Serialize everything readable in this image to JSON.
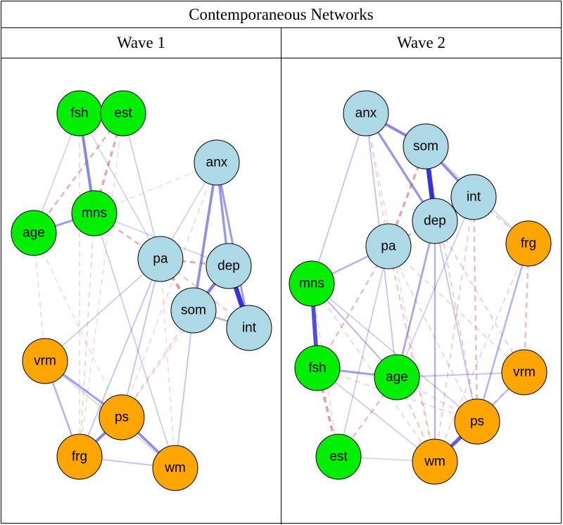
{
  "title": "Contemporaneous Networks",
  "waves": [
    {
      "label": "Wave 1",
      "nodes": [
        {
          "id": "fsh",
          "label": "fsh",
          "group": "green"
        },
        {
          "id": "est",
          "label": "est",
          "group": "green"
        },
        {
          "id": "age",
          "label": "age",
          "group": "green"
        },
        {
          "id": "mns",
          "label": "mns",
          "group": "green"
        },
        {
          "id": "anx",
          "label": "anx",
          "group": "blue"
        },
        {
          "id": "pa",
          "label": "pa",
          "group": "blue"
        },
        {
          "id": "dep",
          "label": "dep",
          "group": "blue"
        },
        {
          "id": "som",
          "label": "som",
          "group": "blue"
        },
        {
          "id": "int",
          "label": "int",
          "group": "blue"
        },
        {
          "id": "vrm",
          "label": "vrm",
          "group": "orange"
        },
        {
          "id": "ps",
          "label": "ps",
          "group": "orange"
        },
        {
          "id": "frg",
          "label": "frg",
          "group": "orange"
        },
        {
          "id": "wm",
          "label": "wm",
          "group": "orange"
        }
      ],
      "edges": [
        {
          "s": "dep",
          "t": "int",
          "w": 0.95,
          "sign": "pos"
        },
        {
          "s": "anx",
          "t": "som",
          "w": 0.45,
          "sign": "pos"
        },
        {
          "s": "anx",
          "t": "dep",
          "w": 0.4,
          "sign": "pos"
        },
        {
          "s": "anx",
          "t": "int",
          "w": 0.35,
          "sign": "pos"
        },
        {
          "s": "fsh",
          "t": "mns",
          "w": 0.5,
          "sign": "pos"
        },
        {
          "s": "age",
          "t": "mns",
          "w": 0.35,
          "sign": "pos"
        },
        {
          "s": "som",
          "t": "dep",
          "w": 0.55,
          "sign": "pos"
        },
        {
          "s": "pa",
          "t": "som",
          "w": 0.5,
          "sign": "neg"
        },
        {
          "s": "pa",
          "t": "dep",
          "w": 0.35,
          "sign": "neg"
        },
        {
          "s": "est",
          "t": "mns",
          "w": 0.4,
          "sign": "neg"
        },
        {
          "s": "est",
          "t": "age",
          "w": 0.3,
          "sign": "neg"
        },
        {
          "s": "mns",
          "t": "pa",
          "w": 0.3,
          "sign": "neg"
        },
        {
          "s": "som",
          "t": "int",
          "w": 0.25,
          "sign": "pos"
        },
        {
          "s": "pa",
          "t": "int",
          "w": 0.2,
          "sign": "neg"
        },
        {
          "s": "ps",
          "t": "wm",
          "w": 0.45,
          "sign": "pos"
        },
        {
          "s": "ps",
          "t": "frg",
          "w": 0.5,
          "sign": "pos"
        },
        {
          "s": "vrm",
          "t": "ps",
          "w": 0.35,
          "sign": "pos"
        },
        {
          "s": "vrm",
          "t": "frg",
          "w": 0.25,
          "sign": "pos"
        },
        {
          "s": "frg",
          "t": "wm",
          "w": 0.15,
          "sign": "pos"
        },
        {
          "s": "mns",
          "t": "wm",
          "w": 0.12,
          "sign": "pos"
        },
        {
          "s": "est",
          "t": "pa",
          "w": 0.12,
          "sign": "pos"
        },
        {
          "s": "fsh",
          "t": "age",
          "w": 0.1,
          "sign": "pos"
        },
        {
          "s": "fsh",
          "t": "frg",
          "w": 0.1,
          "sign": "neg"
        },
        {
          "s": "age",
          "t": "vrm",
          "w": 0.1,
          "sign": "neg"
        },
        {
          "s": "mns",
          "t": "frg",
          "w": 0.12,
          "sign": "neg"
        },
        {
          "s": "pa",
          "t": "frg",
          "w": 0.15,
          "sign": "pos"
        },
        {
          "s": "pa",
          "t": "ps",
          "w": 0.15,
          "sign": "pos"
        },
        {
          "s": "pa",
          "t": "vrm",
          "w": 0.12,
          "sign": "pos"
        },
        {
          "s": "anx",
          "t": "ps",
          "w": 0.1,
          "sign": "neg"
        },
        {
          "s": "som",
          "t": "ps",
          "w": 0.15,
          "sign": "neg"
        },
        {
          "s": "som",
          "t": "wm",
          "w": 0.15,
          "sign": "pos"
        },
        {
          "s": "dep",
          "t": "ps",
          "w": 0.1,
          "sign": "neg"
        },
        {
          "s": "anx",
          "t": "mns",
          "w": 0.08,
          "sign": "neg"
        },
        {
          "s": "anx",
          "t": "pa",
          "w": 0.1,
          "sign": "pos"
        },
        {
          "s": "mns",
          "t": "dep",
          "w": 0.1,
          "sign": "pos"
        },
        {
          "s": "age",
          "t": "ps",
          "w": 0.08,
          "sign": "neg"
        },
        {
          "s": "fsh",
          "t": "pa",
          "w": 0.1,
          "sign": "pos"
        },
        {
          "s": "est",
          "t": "frg",
          "w": 0.08,
          "sign": "neg"
        },
        {
          "s": "pa",
          "t": "wm",
          "w": 0.1,
          "sign": "neg"
        },
        {
          "s": "vrm",
          "t": "wm",
          "w": 0.08,
          "sign": "pos"
        }
      ]
    },
    {
      "label": "Wave 2",
      "nodes": [
        {
          "id": "anx",
          "label": "anx",
          "group": "blue"
        },
        {
          "id": "som",
          "label": "som",
          "group": "blue"
        },
        {
          "id": "int",
          "label": "int",
          "group": "blue"
        },
        {
          "id": "dep",
          "label": "dep",
          "group": "blue"
        },
        {
          "id": "pa",
          "label": "pa",
          "group": "blue"
        },
        {
          "id": "frg",
          "label": "frg",
          "group": "orange"
        },
        {
          "id": "mns",
          "label": "mns",
          "group": "green"
        },
        {
          "id": "fsh",
          "label": "fsh",
          "group": "green"
        },
        {
          "id": "age",
          "label": "age",
          "group": "green"
        },
        {
          "id": "vrm",
          "label": "vrm",
          "group": "orange"
        },
        {
          "id": "ps",
          "label": "ps",
          "group": "orange"
        },
        {
          "id": "est",
          "label": "est",
          "group": "green"
        },
        {
          "id": "wm",
          "label": "wm",
          "group": "orange"
        }
      ],
      "edges": [
        {
          "s": "som",
          "t": "dep",
          "w": 0.95,
          "sign": "pos"
        },
        {
          "s": "anx",
          "t": "som",
          "w": 0.5,
          "sign": "pos"
        },
        {
          "s": "anx",
          "t": "dep",
          "w": 0.4,
          "sign": "pos"
        },
        {
          "s": "som",
          "t": "int",
          "w": 0.45,
          "sign": "pos"
        },
        {
          "s": "dep",
          "t": "int",
          "w": 0.35,
          "sign": "pos"
        },
        {
          "s": "mns",
          "t": "fsh",
          "w": 0.8,
          "sign": "pos"
        },
        {
          "s": "fsh",
          "t": "est",
          "w": 0.45,
          "sign": "neg"
        },
        {
          "s": "fsh",
          "t": "age",
          "w": 0.35,
          "sign": "pos"
        },
        {
          "s": "ps",
          "t": "wm",
          "w": 0.7,
          "sign": "pos"
        },
        {
          "s": "som",
          "t": "pa",
          "w": 0.4,
          "sign": "neg"
        },
        {
          "s": "pa",
          "t": "dep",
          "w": 0.3,
          "sign": "neg"
        },
        {
          "s": "pa",
          "t": "mns",
          "w": 0.25,
          "sign": "pos"
        },
        {
          "s": "int",
          "t": "frg",
          "w": 0.2,
          "sign": "neg"
        },
        {
          "s": "dep",
          "t": "age",
          "w": 0.3,
          "sign": "pos"
        },
        {
          "s": "mns",
          "t": "age",
          "w": 0.2,
          "sign": "pos"
        },
        {
          "s": "frg",
          "t": "vrm",
          "w": 0.25,
          "sign": "neg"
        },
        {
          "s": "frg",
          "t": "ps",
          "w": 0.25,
          "sign": "pos"
        },
        {
          "s": "int",
          "t": "ps",
          "w": 0.25,
          "sign": "neg"
        },
        {
          "s": "dep",
          "t": "wm",
          "w": 0.25,
          "sign": "pos"
        },
        {
          "s": "pa",
          "t": "wm",
          "w": 0.2,
          "sign": "neg"
        },
        {
          "s": "vrm",
          "t": "ps",
          "w": 0.2,
          "sign": "pos"
        },
        {
          "s": "age",
          "t": "vrm",
          "w": 0.15,
          "sign": "pos"
        },
        {
          "s": "age",
          "t": "est",
          "w": 0.25,
          "sign": "neg"
        },
        {
          "s": "age",
          "t": "wm",
          "w": 0.2,
          "sign": "neg"
        },
        {
          "s": "pa",
          "t": "fsh",
          "w": 0.25,
          "sign": "neg"
        },
        {
          "s": "anx",
          "t": "mns",
          "w": 0.15,
          "sign": "pos"
        },
        {
          "s": "anx",
          "t": "age",
          "w": 0.15,
          "sign": "pos"
        },
        {
          "s": "anx",
          "t": "pa",
          "w": 0.12,
          "sign": "neg"
        },
        {
          "s": "som",
          "t": "ps",
          "w": 0.15,
          "sign": "neg"
        },
        {
          "s": "int",
          "t": "wm",
          "w": 0.15,
          "sign": "neg"
        },
        {
          "s": "dep",
          "t": "vrm",
          "w": 0.15,
          "sign": "neg"
        },
        {
          "s": "dep",
          "t": "ps",
          "w": 0.15,
          "sign": "pos"
        },
        {
          "s": "mns",
          "t": "ps",
          "w": 0.12,
          "sign": "pos"
        },
        {
          "s": "mns",
          "t": "wm",
          "w": 0.12,
          "sign": "neg"
        },
        {
          "s": "fsh",
          "t": "wm",
          "w": 0.12,
          "sign": "pos"
        },
        {
          "s": "fsh",
          "t": "ps",
          "w": 0.12,
          "sign": "neg"
        },
        {
          "s": "est",
          "t": "wm",
          "w": 0.1,
          "sign": "pos"
        },
        {
          "s": "est",
          "t": "pa",
          "w": 0.12,
          "sign": "pos"
        },
        {
          "s": "pa",
          "t": "vrm",
          "w": 0.12,
          "sign": "neg"
        },
        {
          "s": "frg",
          "t": "wm",
          "w": 0.12,
          "sign": "neg"
        },
        {
          "s": "pa",
          "t": "ps",
          "w": 0.12,
          "sign": "neg"
        },
        {
          "s": "int",
          "t": "age",
          "w": 0.12,
          "sign": "pos"
        },
        {
          "s": "som",
          "t": "frg",
          "w": 0.1,
          "sign": "pos"
        },
        {
          "s": "anx",
          "t": "wm",
          "w": 0.1,
          "sign": "neg"
        },
        {
          "s": "age",
          "t": "ps",
          "w": 0.12,
          "sign": "neg"
        },
        {
          "s": "mns",
          "t": "est",
          "w": 0.1,
          "sign": "neg"
        },
        {
          "s": "vrm",
          "t": "wm",
          "w": 0.1,
          "sign": "neg"
        }
      ]
    }
  ],
  "colors": {
    "green": "#00ee00",
    "blue": "#add8e6",
    "orange": "#ffa500",
    "pos_edge": "#2a2ae0",
    "neg_edge": "#d2484b"
  }
}
